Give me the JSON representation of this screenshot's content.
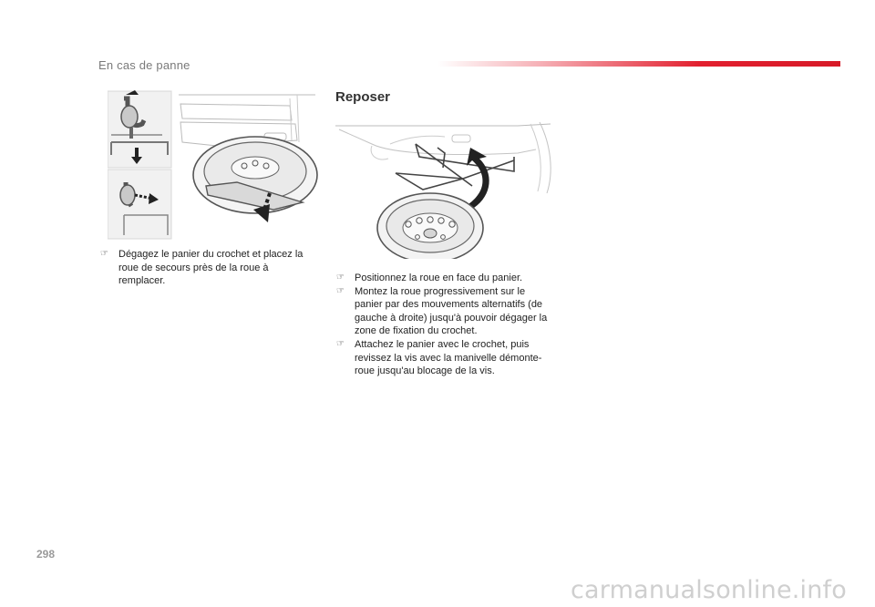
{
  "header": {
    "section_title": "En cas de panne",
    "accent_color": "#e2202f"
  },
  "section": {
    "heading": "Reposer"
  },
  "left_column": {
    "bullets": [
      "Dégagez le panier du crochet et placez la roue de secours près de la roue à remplacer."
    ]
  },
  "right_column": {
    "bullets": [
      "Positionnez la roue en face du panier.",
      "Montez la roue progressivement sur le panier par des mouvements alternatifs (de gauche à droite) jusqu'à pouvoir dégager la zone de fixation du crochet.",
      "Attachez le panier avec le crochet, puis revissez la vis avec la manivelle démonte-roue jusqu'au blocage de la vis."
    ]
  },
  "bullet_marker": "☞",
  "footer": {
    "page_number": "298",
    "watermark": "carmanualsonline.info"
  },
  "icons": {
    "figure_left": "spare-wheel-removal-illustration",
    "figure_right": "spare-wheel-refit-illustration"
  }
}
